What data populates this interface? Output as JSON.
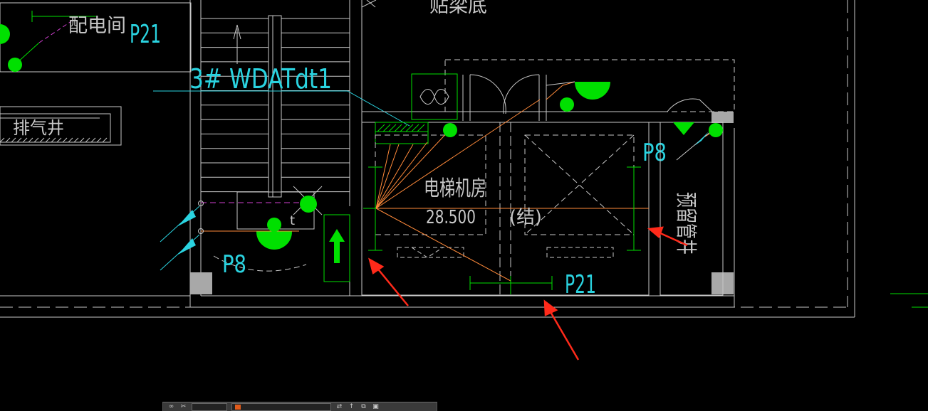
{
  "drawing": {
    "labels": {
      "distribution_room": "配电间",
      "p21_top": "P21",
      "riser_id": "3# WDATdt1",
      "exhaust_shaft": "排气井",
      "beam_note": "贴梁底",
      "elevator_room": "电梯机房",
      "elevation": "28.500",
      "structure_note": "(结)",
      "p8_right": "P8",
      "reserved_shaft": "预留管井",
      "p8_left": "P8",
      "p21_bottom": "P21",
      "small_t": "t"
    },
    "colors": {
      "wall": "#c8c8c8",
      "cyan": "#2ad3e0",
      "green": "#00e000",
      "orange": "#ff8a3a",
      "magenta": "#d040d0",
      "arrow_red": "#ff2a1a",
      "gray_fill": "#a8a8a8"
    }
  },
  "toolbar": {
    "cut_text": "",
    "layer_text": ""
  }
}
